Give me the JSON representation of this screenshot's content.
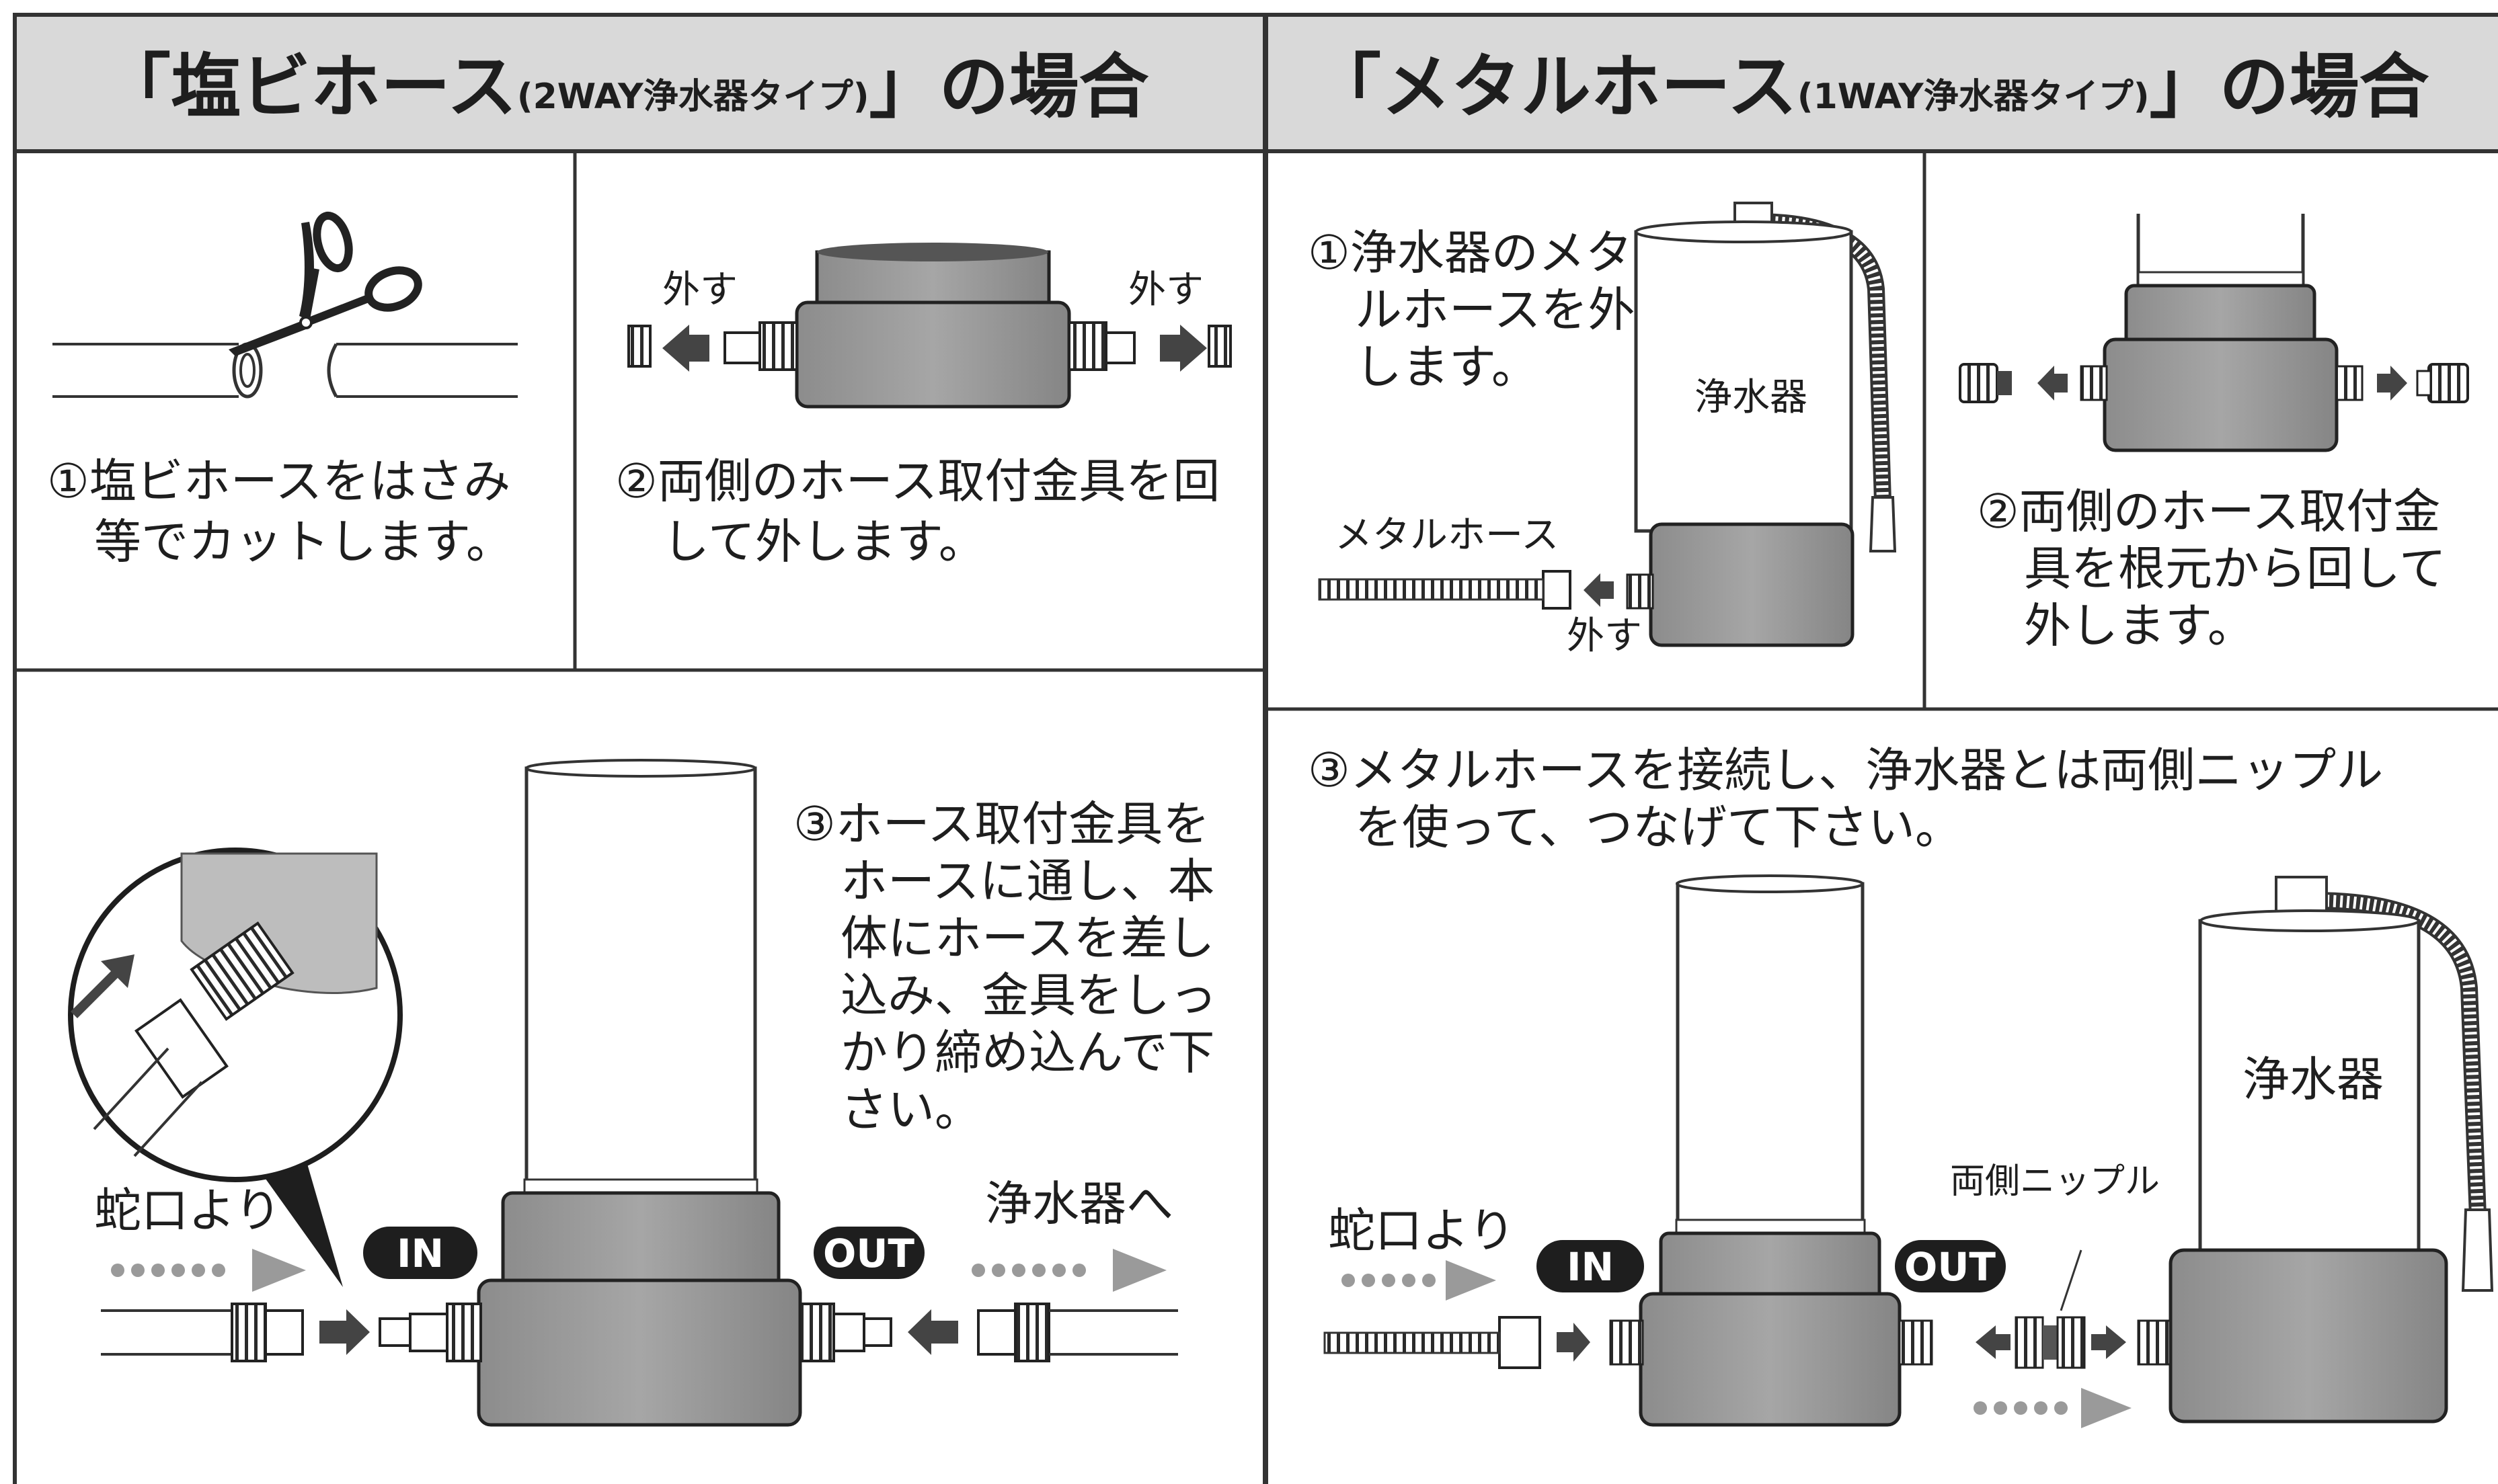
{
  "left_panel": {
    "header": {
      "open": "「塩ビホース",
      "sub": "(2WAY浄水器タイプ)",
      "close": "」の場合"
    },
    "step1_lines": [
      "①塩ビホースをはさみ",
      "等でカットします。"
    ],
    "step2_lines": [
      "②両側のホース取付金具を回",
      "して外します。"
    ],
    "remove_label": "外す",
    "step3_lines": [
      "③ホース取付金具を",
      "ホースに通し、本",
      "体にホースを差し",
      "込み、金具をしっ",
      "かり締め込んで下",
      "さい。"
    ],
    "from_faucet": "蛇口より",
    "to_purifier": "浄水器へ",
    "in_label": "IN",
    "out_label": "OUT"
  },
  "right_panel": {
    "header": {
      "open": "「メタルホース",
      "sub": "(1WAY浄水器タイプ)",
      "close": "」の場合"
    },
    "step1_lines": [
      "①浄水器のメタ",
      "ルホースを外",
      "します。"
    ],
    "purifier_label": "浄水器",
    "metal_hose_label": "メタルホース",
    "remove_label": "外す",
    "step2_lines": [
      "②両側のホース取付金",
      "具を根元から回して",
      "外します。"
    ],
    "step3_lines": [
      "③メタルホースを接続し、浄水器とは両側ニップル",
      "を使って、つなげて下さい。"
    ],
    "from_faucet": "蛇口より",
    "in_label": "IN",
    "out_label": "OUT",
    "nipple_label": "両側ニップル"
  }
}
